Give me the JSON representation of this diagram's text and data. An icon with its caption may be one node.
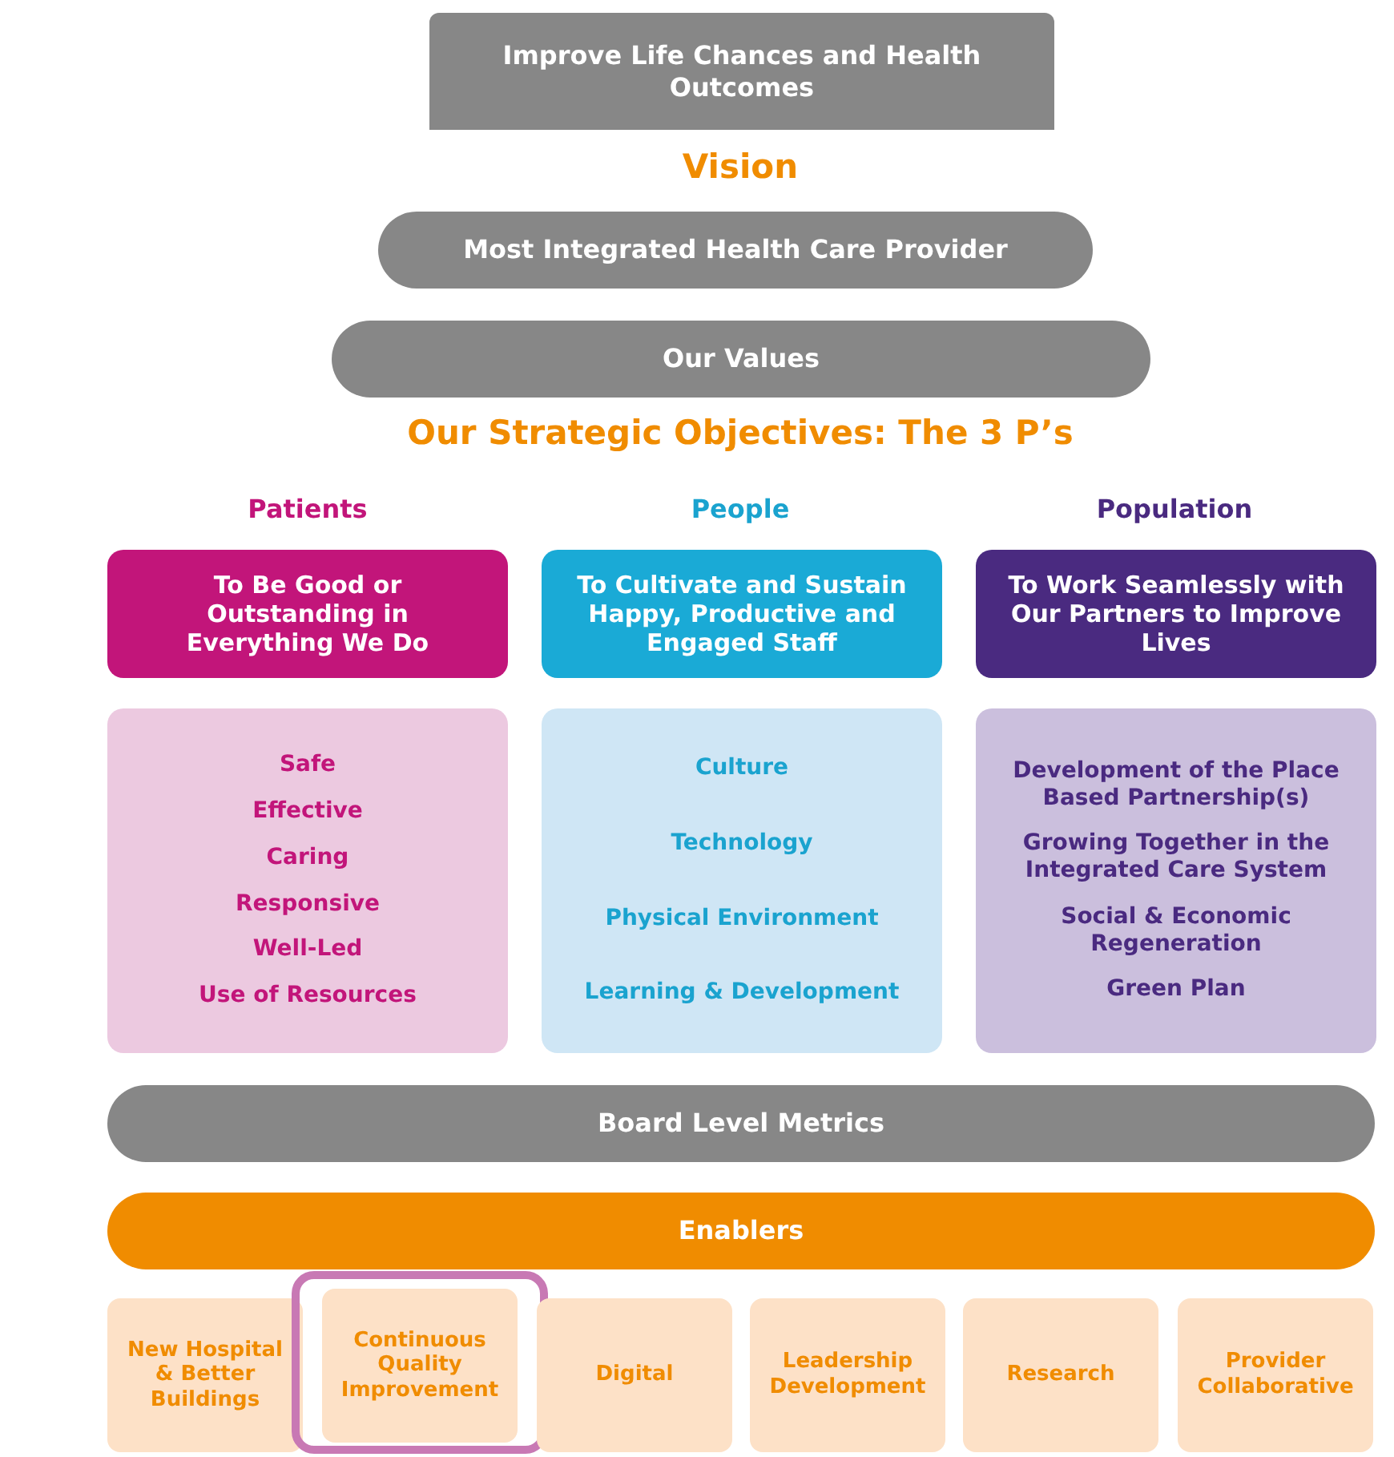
{
  "diagram": {
    "nodes": [
      {
        "text": [
          "Improve Life Chances and Health Outcomes"
        ]
      },
      {
        "text": [
          "Most Integrated Health Care Provider"
        ]
      },
      {
        "text": [
          "Our Values"
        ]
      },
      {
        "text": [
          "To Be Good or Outstanding in Everything We Do"
        ]
      },
      {
        "text": [
          "To Cultivate and Sustain Happy, Productive and Engaged Staff"
        ]
      },
      {
        "text": [
          "To Work Seamlessly with Our Partners to Improve Lives"
        ]
      },
      {
        "text": [
          "Safe",
          "Effective",
          "Caring",
          "Responsive",
          "Well-Led",
          "Use of Resources"
        ]
      },
      {
        "text": [
          "Culture",
          "Technology",
          "Physical Environment",
          "Learning & Development"
        ]
      },
      {
        "text": [
          "Development of the Place Based Partnership(s)",
          "Growing Together in the Integrated Care System",
          "Social & Economic Regeneration",
          "Green Plan"
        ]
      },
      {
        "text": [
          "Board Level Metrics"
        ]
      },
      {
        "text": [
          "Enablers"
        ]
      },
      {
        "text": [
          "New Hospital & Better Buildings"
        ]
      },
      {
        "text": [],
        "shape": "box"
      },
      {
        "text": [
          "Continuous Quality Improvement"
        ],
        "in": 12
      },
      {
        "text": [
          "Digital"
        ]
      },
      {
        "text": [
          "Leadership Development"
        ]
      },
      {
        "text": [
          "Research"
        ]
      },
      {
        "text": [
          "Provider Collaborative"
        ]
      }
    ],
    "labels": [
      "Vision",
      "Our Strategic Objectives: The 3 P’s",
      "Patients",
      "People",
      "Population"
    ]
  }
}
